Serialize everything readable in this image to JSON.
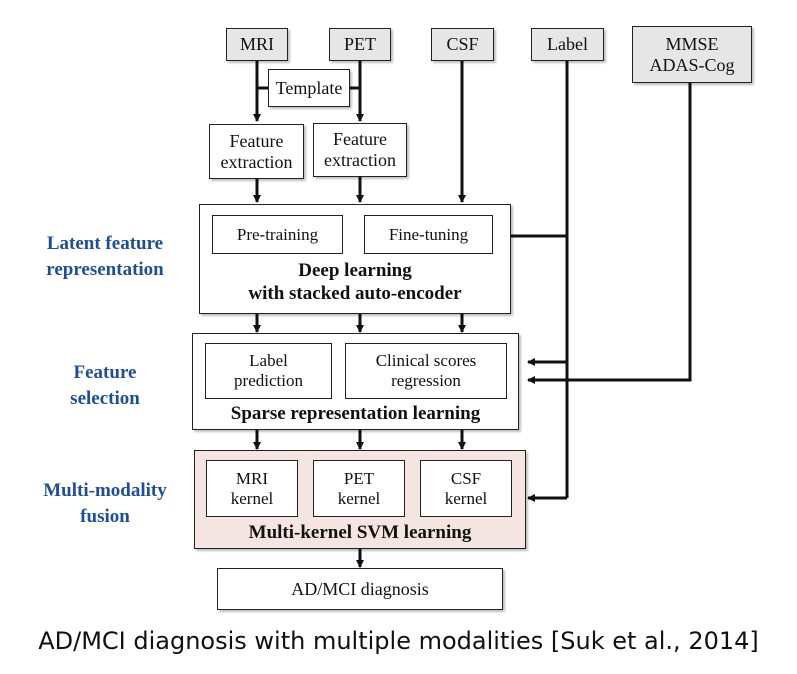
{
  "inputs": {
    "mri": "MRI",
    "pet": "PET",
    "csf": "CSF",
    "label": "Label",
    "clinical": [
      "MMSE",
      "ADAS-Cog"
    ]
  },
  "template": "Template",
  "feature_extraction": [
    "Feature",
    "extraction"
  ],
  "stages": {
    "latent": {
      "side_label": [
        "Latent feature",
        "representation"
      ],
      "title": [
        "Deep learning",
        "with stacked auto-encoder"
      ],
      "steps": [
        "Pre-training",
        "Fine-tuning"
      ]
    },
    "selection": {
      "side_label": [
        "Feature",
        "selection"
      ],
      "title": "Sparse representation learning",
      "label_prediction": [
        "Label",
        "prediction"
      ],
      "clinical_regression": [
        "Clinical scores",
        "regression"
      ]
    },
    "fusion": {
      "side_label": [
        "Multi-modality",
        "fusion"
      ],
      "title": "Multi-kernel SVM learning",
      "kernels": [
        [
          "MRI",
          "kernel"
        ],
        [
          "PET",
          "kernel"
        ],
        [
          "CSF",
          "kernel"
        ]
      ]
    }
  },
  "output": "AD/MCI diagnosis",
  "caption": "AD/MCI diagnosis with multiple modalities [Suk et al., 2014]",
  "colors": {
    "input_fill": "#e6e6e6",
    "fusion_fill": "#f4e4e2",
    "side_label": "#1f4e96"
  }
}
